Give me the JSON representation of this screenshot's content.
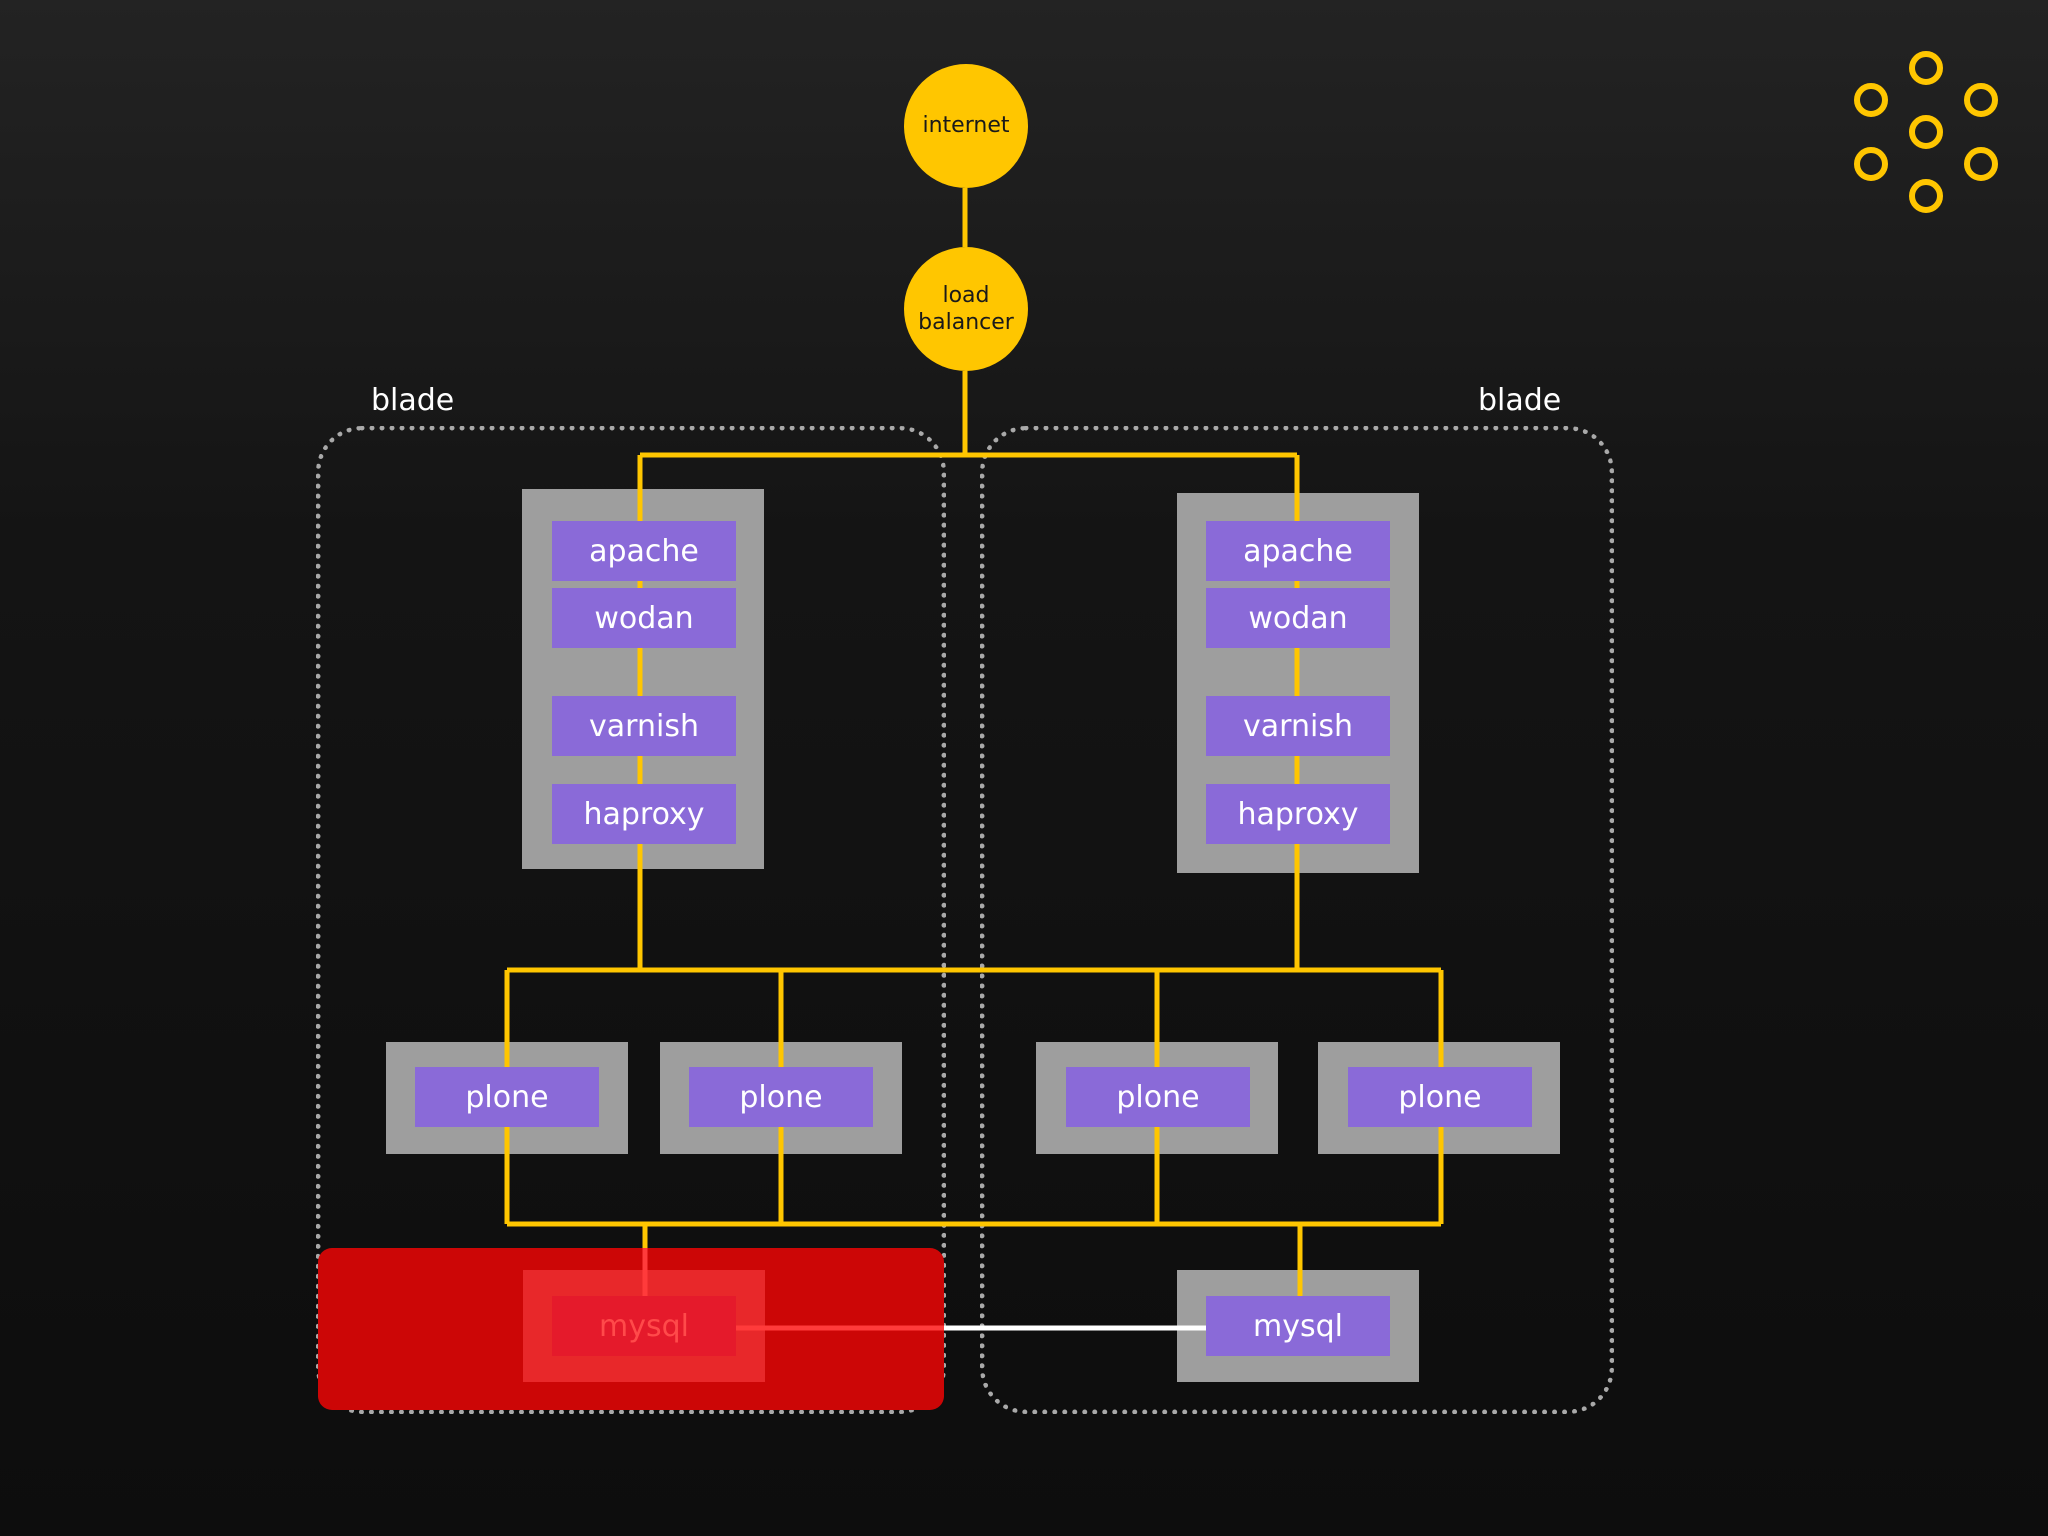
{
  "colors": {
    "link": "#ffc600",
    "replication": "#ffffff",
    "failed_link": "#ff3b3b",
    "service": "#8a6ad8",
    "server": "#9e9e9e",
    "failure_zone": "#cc0606",
    "node": "#ffc600",
    "blade_border": "#a9a9a9"
  },
  "logo": {
    "icon": "ring-cluster-icon"
  },
  "nodes": {
    "internet": {
      "label": "internet"
    },
    "load_balancer": {
      "line1": "load",
      "line2": "balancer"
    }
  },
  "blades": [
    {
      "label": "blade",
      "status": "failed",
      "frontend": [
        "apache",
        "wodan",
        "varnish",
        "haproxy"
      ],
      "plone": [
        "plone",
        "plone"
      ],
      "db": "mysql"
    },
    {
      "label": "blade",
      "status": "ok",
      "frontend": [
        "apache",
        "wodan",
        "varnish",
        "haproxy"
      ],
      "plone": [
        "plone",
        "plone"
      ],
      "db": "mysql"
    }
  ]
}
